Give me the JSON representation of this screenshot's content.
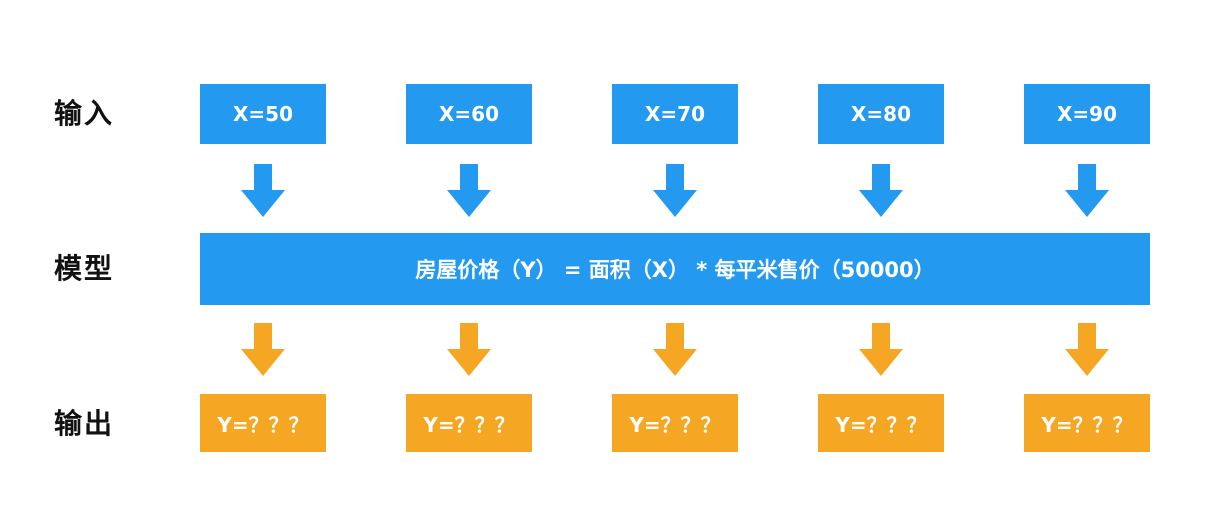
{
  "rows": {
    "input_label": "输入",
    "model_label": "模型",
    "output_label": "输出"
  },
  "inputs": [
    "X=50",
    "X=60",
    "X=70",
    "X=80",
    "X=90"
  ],
  "model": {
    "formula": "房屋价格（Y） = 面积（X） * 每平米售价（50000）"
  },
  "outputs": [
    "Y=？？？",
    "Y=？？？",
    "Y=？？？",
    "Y=？？？",
    "Y=？？？"
  ],
  "colors": {
    "blue": "#2499F0",
    "orange": "#F5A623",
    "box_text": "#FFFFFF",
    "label_text": "#111111",
    "background": "#FFFFFF"
  }
}
